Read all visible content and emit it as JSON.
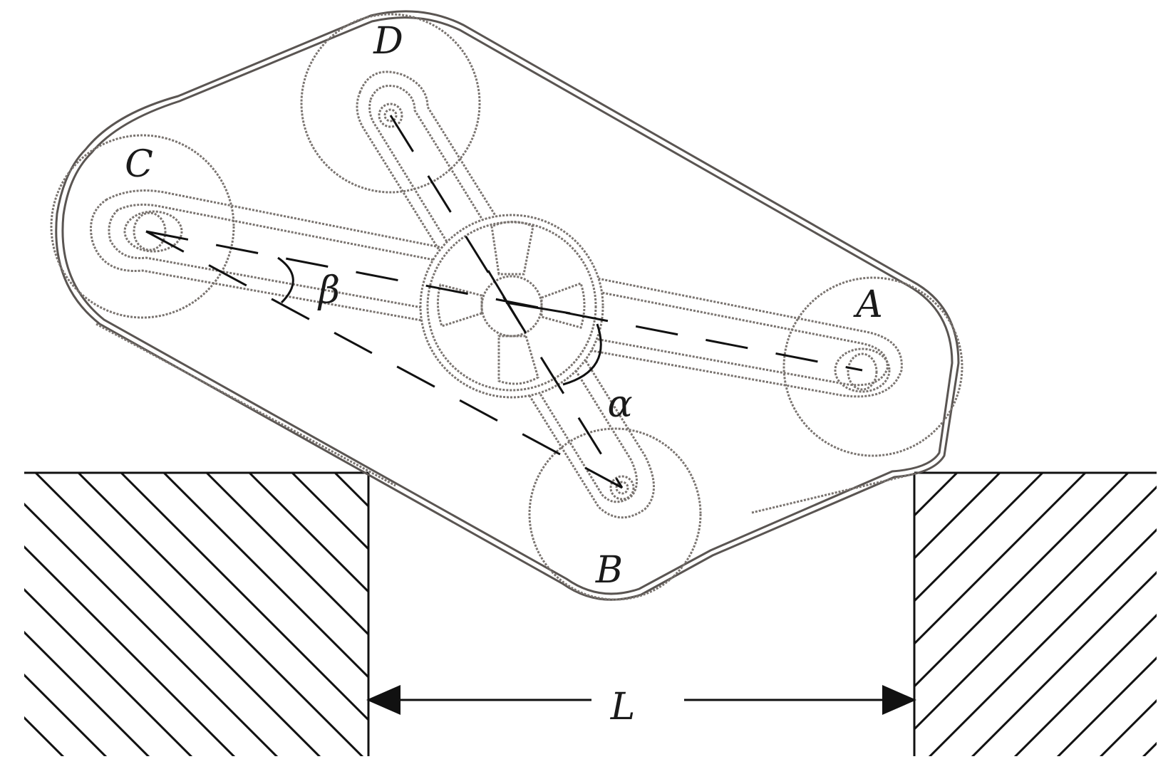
{
  "labels": {
    "A": "A",
    "B": "B",
    "C": "C",
    "D": "D",
    "alpha": "α",
    "beta": "β",
    "L": "L"
  },
  "colors": {
    "line": "#111111",
    "dotted_outline": "#7a7470",
    "belt": "#5a5552",
    "background": "#ffffff"
  }
}
